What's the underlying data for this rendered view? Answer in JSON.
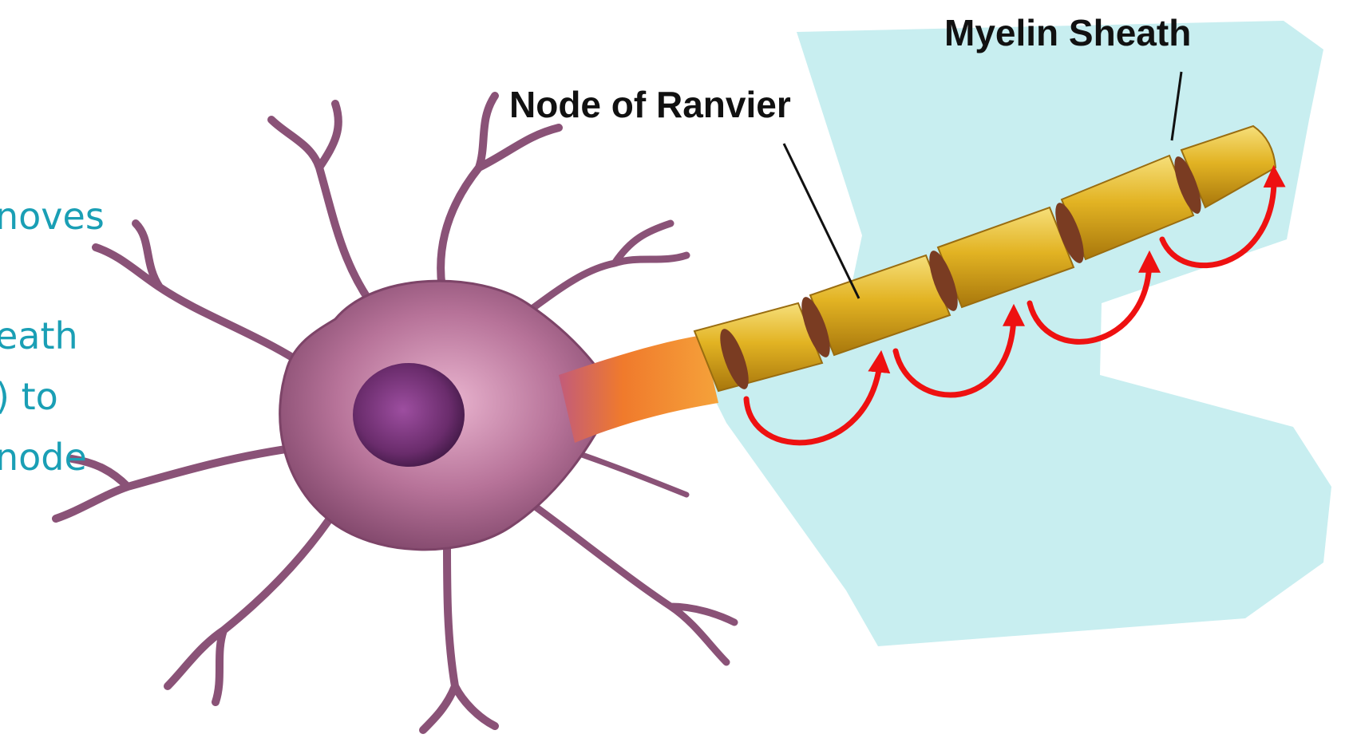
{
  "labels": {
    "myelin_sheath": "Myelin Sheath",
    "node_of_ranvier": "Node of Ranvier"
  },
  "side_text_lines": [
    "noves",
    "eath",
    ") to",
    "node"
  ],
  "colors": {
    "background": "#ffffff",
    "highlight_region": "#c8eef0",
    "side_text": "#1a9fb5",
    "label_text": "#111111",
    "arrow": "#ee1111",
    "cell_body": "#9c5f86",
    "nucleus": "#6a2c6c",
    "myelin": "#e2b323",
    "node": "#7a3c22",
    "axon_hillock": "#f07a2c"
  }
}
